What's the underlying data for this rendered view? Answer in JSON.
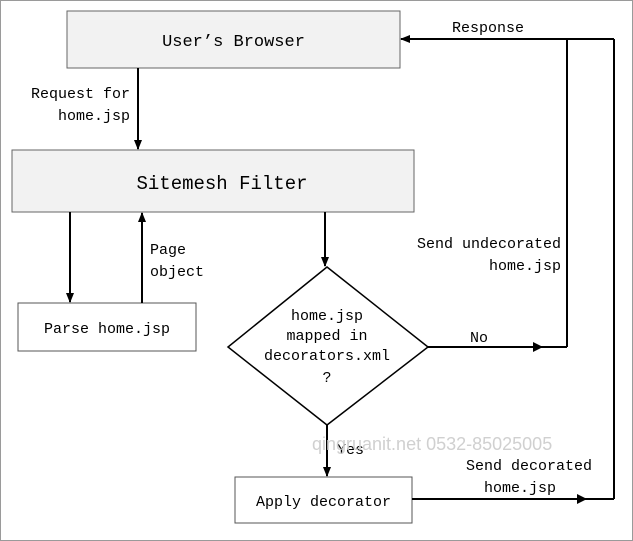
{
  "nodes": {
    "browser": "User’s Browser",
    "filter": "Sitemesh Filter",
    "parse": "Parse home.jsp",
    "decision": [
      "home.jsp",
      "mapped in",
      "decorators.xml",
      "?"
    ],
    "apply": "Apply decorator"
  },
  "edges": {
    "request": [
      "Request for",
      "home.jsp"
    ],
    "page_object": [
      "Page",
      "object"
    ],
    "response": "Response",
    "send_undecorated": [
      "Send undecorated",
      "home.jsp"
    ],
    "no": "No",
    "yes": "Yes",
    "send_decorated": [
      "Send decorated",
      "home.jsp"
    ]
  },
  "watermark": "qingruanit.net 0532-85025005",
  "colors": {
    "box_fill": "#f2f2f2",
    "stroke": "#000000",
    "border": "#9a9a9a"
  }
}
